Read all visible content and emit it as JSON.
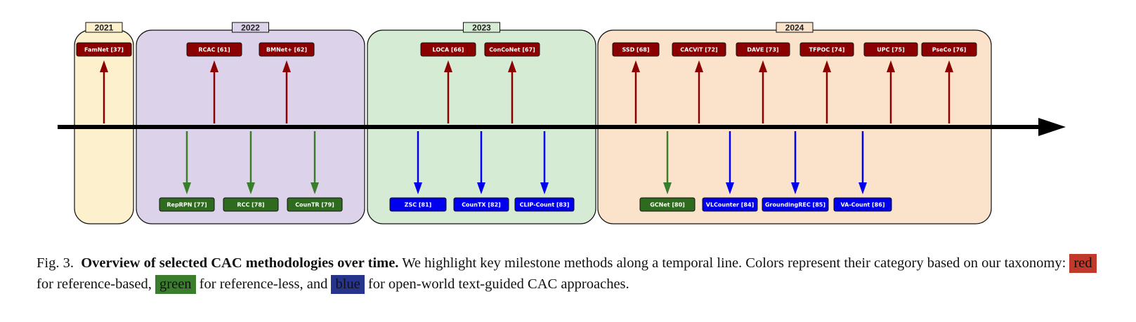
{
  "periods": [
    {
      "year": "2021",
      "fill": "#fdf0cc"
    },
    {
      "year": "2022",
      "fill": "#dcd3ea"
    },
    {
      "year": "2023",
      "fill": "#d6ebd3"
    },
    {
      "year": "2024",
      "fill": "#fbe3cb"
    }
  ],
  "colors": {
    "reference_based": "#8b0000",
    "reference_less": "#2e6b1e",
    "open_world": "#0000ee",
    "timeline": "#000000",
    "red_arrow": "#8b0000",
    "green_arrow": "#3a7d2c",
    "blue_arrow": "#0000ee"
  },
  "methods_top": [
    {
      "label": "FamNet [37]",
      "category": "reference_based"
    },
    {
      "label": "RCAC [61]",
      "category": "reference_based"
    },
    {
      "label": "BMNet+ [62]",
      "category": "reference_based"
    },
    {
      "label": "LOCA [66]",
      "category": "reference_based"
    },
    {
      "label": "ConCoNet [67]",
      "category": "reference_based"
    },
    {
      "label": "SSD [68]",
      "category": "reference_based"
    },
    {
      "label": "CACViT [72]",
      "category": "reference_based"
    },
    {
      "label": "DAVE [73]",
      "category": "reference_based"
    },
    {
      "label": "TFPOC [74]",
      "category": "reference_based"
    },
    {
      "label": "UPC [75]",
      "category": "reference_based"
    },
    {
      "label": "PseCo [76]",
      "category": "reference_based"
    }
  ],
  "methods_bottom": [
    {
      "label": "RepRPN [77]",
      "category": "reference_less"
    },
    {
      "label": "RCC [78]",
      "category": "reference_less"
    },
    {
      "label": "CounTR [79]",
      "category": "reference_less"
    },
    {
      "label": "ZSC [81]",
      "category": "open_world"
    },
    {
      "label": "CounTX [82]",
      "category": "open_world"
    },
    {
      "label": "CLIP-Count [83]",
      "category": "open_world"
    },
    {
      "label": "GCNet [80]",
      "category": "reference_less"
    },
    {
      "label": "VLCounter [84]",
      "category": "open_world"
    },
    {
      "label": "GroundingREC [85]",
      "category": "open_world"
    },
    {
      "label": "VA-Count [86]",
      "category": "open_world"
    }
  ],
  "caption": {
    "fig_label": "Fig. 3.",
    "bold_title": "Overview of selected CAC methodologies over time.",
    "text_1": "We highlight key milestone methods along a temporal line. Colors represent their category based on our taxonomy:",
    "red_word": "red",
    "text_2": "for reference-based,",
    "green_word": "green",
    "text_3": "for reference-less, and",
    "blue_word": "blue",
    "text_4": "for open-world text-guided CAC approaches."
  }
}
